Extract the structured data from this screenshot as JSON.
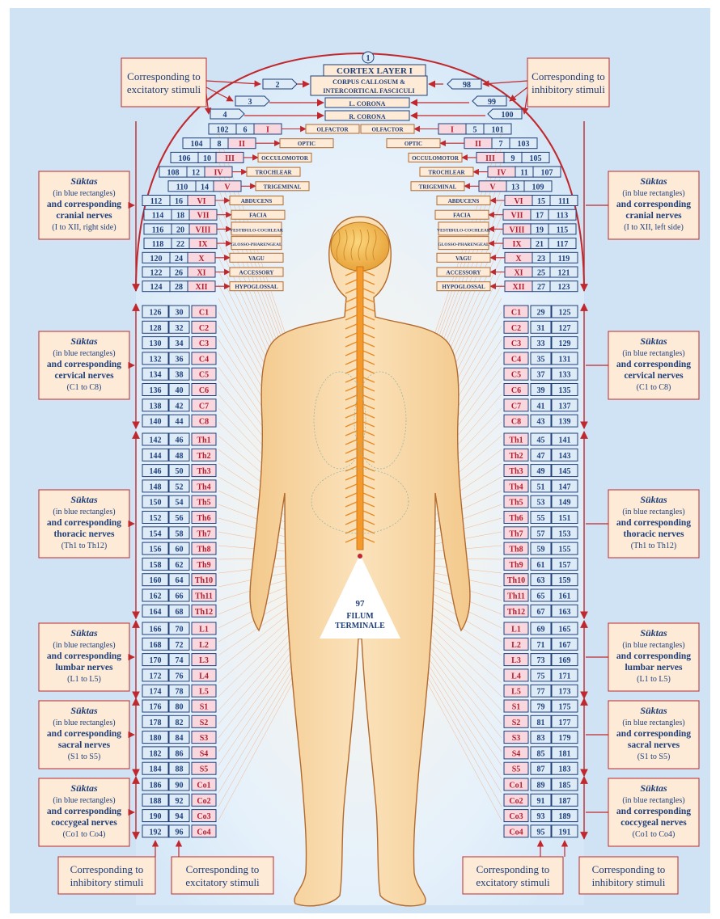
{
  "cortex": {
    "num": "1",
    "title": "CORTEX LAYER I"
  },
  "corpus": {
    "line1": "CORPUS CALLOSUM &",
    "line2": "INTERCORTICAL FASCICULI"
  },
  "corona": {
    "left_label": "L. CORONA",
    "right_label": "R. CORONA",
    "left_num": "3",
    "right_num": "99",
    "r_left_num": "4",
    "r_right_num": "100"
  },
  "corpus_nums": {
    "left": "2",
    "right": "98"
  },
  "callouts": {
    "top_left": "Corresponding to excitatory stimuli",
    "top_right": "Corresponding to inhibitory stimuli",
    "bottom_left_outer": "Corresponding to inhibitory stimuli",
    "bottom_left_inner": "Corresponding to excitatory stimuli",
    "bottom_right_inner": "Corresponding to excitatory stimuli",
    "bottom_right_outer": "Corresponding to inhibitory stimuli"
  },
  "side_box_common": {
    "suktas": "Süktas",
    "in_blue": "(in blue rectangles)",
    "and_corr": "and corresponding"
  },
  "side_boxes": [
    {
      "nerve": "cranial nerves",
      "range_left": "(I to XII, right side)",
      "range_right": "(I to XII, left side)"
    },
    {
      "nerve": "cervical nerves",
      "range_left": "(C1 to C8)",
      "range_right": "(C1 to C8)"
    },
    {
      "nerve": "thoracic nerves",
      "range_left": "(Th1 to Th12)",
      "range_right": "(Th1 to Th12)"
    },
    {
      "nerve": "lumbar nerves",
      "range_left": "(L1 to L5)",
      "range_right": "(L1 to L5)"
    },
    {
      "nerve": "sacral nerves",
      "range_left": "(S1 to S5)",
      "range_right": "(S1 to S5)"
    },
    {
      "nerve": "coccygeal nerves",
      "range_left": "(Co1 to Co4)",
      "range_right": "(Co1 to Co4)"
    }
  ],
  "cranial": [
    {
      "roman": "I",
      "name": "OLFACTOR",
      "lo": "102",
      "li": "6",
      "ri": "5",
      "ro": "101"
    },
    {
      "roman": "II",
      "name": "OPTIC",
      "lo": "104",
      "li": "8",
      "ri": "7",
      "ro": "103"
    },
    {
      "roman": "III",
      "name": "OCCULOMOTOR",
      "lo": "106",
      "li": "10",
      "ri": "9",
      "ro": "105"
    },
    {
      "roman": "IV",
      "name": "TROCHLEAR",
      "lo": "108",
      "li": "12",
      "ri": "11",
      "ro": "107"
    },
    {
      "roman": "V",
      "name": "TRIGEMINAL",
      "lo": "110",
      "li": "14",
      "ri": "13",
      "ro": "109"
    },
    {
      "roman": "VI",
      "name": "ABDUCENS",
      "lo": "112",
      "li": "16",
      "ri": "15",
      "ro": "111"
    },
    {
      "roman": "VII",
      "name": "FACIA",
      "lo": "114",
      "li": "18",
      "ri": "17",
      "ro": "113"
    },
    {
      "roman": "VIII",
      "name": "VESTIBULO-COCHLEAR",
      "lo": "116",
      "li": "20",
      "ri": "19",
      "ro": "115"
    },
    {
      "roman": "IX",
      "name": "GLOSSO-PHARENGEAL",
      "lo": "118",
      "li": "22",
      "ri": "21",
      "ro": "117"
    },
    {
      "roman": "X",
      "name": "VAGU",
      "lo": "120",
      "li": "24",
      "ri": "23",
      "ro": "119"
    },
    {
      "roman": "XI",
      "name": "ACCESSORY",
      "lo": "122",
      "li": "26",
      "ri": "25",
      "ro": "121"
    },
    {
      "roman": "XII",
      "name": "HYPOGLOSSAL",
      "lo": "124",
      "li": "28",
      "ri": "27",
      "ro": "123"
    }
  ],
  "spinal_groups": [
    {
      "rows": [
        {
          "label": "C1",
          "lo": "126",
          "li": "30",
          "ri": "29",
          "ro": "125"
        },
        {
          "label": "C2",
          "lo": "128",
          "li": "32",
          "ri": "31",
          "ro": "127"
        },
        {
          "label": "C3",
          "lo": "130",
          "li": "34",
          "ri": "33",
          "ro": "129"
        },
        {
          "label": "C4",
          "lo": "132",
          "li": "36",
          "ri": "35",
          "ro": "131"
        },
        {
          "label": "C5",
          "lo": "134",
          "li": "38",
          "ri": "37",
          "ro": "133"
        },
        {
          "label": "C6",
          "lo": "136",
          "li": "40",
          "ri": "39",
          "ro": "135"
        },
        {
          "label": "C7",
          "lo": "138",
          "li": "42",
          "ri": "41",
          "ro": "137"
        },
        {
          "label": "C8",
          "lo": "140",
          "li": "44",
          "ri": "43",
          "ro": "139"
        }
      ]
    },
    {
      "rows": [
        {
          "label": "Th1",
          "lo": "142",
          "li": "46",
          "ri": "45",
          "ro": "141"
        },
        {
          "label": "Th2",
          "lo": "144",
          "li": "48",
          "ri": "47",
          "ro": "143"
        },
        {
          "label": "Th3",
          "lo": "146",
          "li": "50",
          "ri": "49",
          "ro": "145"
        },
        {
          "label": "Th4",
          "lo": "148",
          "li": "52",
          "ri": "51",
          "ro": "147"
        },
        {
          "label": "Th5",
          "lo": "150",
          "li": "54",
          "ri": "53",
          "ro": "149"
        },
        {
          "label": "Th6",
          "lo": "152",
          "li": "56",
          "ri": "55",
          "ro": "151"
        },
        {
          "label": "Th7",
          "lo": "154",
          "li": "58",
          "ri": "57",
          "ro": "153"
        },
        {
          "label": "Th8",
          "lo": "156",
          "li": "60",
          "ri": "59",
          "ro": "155"
        },
        {
          "label": "Th9",
          "lo": "158",
          "li": "62",
          "ri": "61",
          "ro": "157"
        },
        {
          "label": "Th10",
          "lo": "160",
          "li": "64",
          "ri": "63",
          "ro": "159"
        },
        {
          "label": "Th11",
          "lo": "162",
          "li": "66",
          "ri": "65",
          "ro": "161"
        },
        {
          "label": "Th12",
          "lo": "164",
          "li": "68",
          "ri": "67",
          "ro": "163"
        }
      ]
    },
    {
      "rows": [
        {
          "label": "L1",
          "lo": "166",
          "li": "70",
          "ri": "69",
          "ro": "165"
        },
        {
          "label": "L2",
          "lo": "168",
          "li": "72",
          "ri": "71",
          "ro": "167"
        },
        {
          "label": "L3",
          "lo": "170",
          "li": "74",
          "ri": "73",
          "ro": "169"
        },
        {
          "label": "L4",
          "lo": "172",
          "li": "76",
          "ri": "75",
          "ro": "171"
        },
        {
          "label": "L5",
          "lo": "174",
          "li": "78",
          "ri": "77",
          "ro": "173"
        }
      ]
    },
    {
      "rows": [
        {
          "label": "S1",
          "lo": "176",
          "li": "80",
          "ri": "79",
          "ro": "175"
        },
        {
          "label": "S2",
          "lo": "178",
          "li": "82",
          "ri": "81",
          "ro": "177"
        },
        {
          "label": "S3",
          "lo": "180",
          "li": "84",
          "ri": "83",
          "ro": "179"
        },
        {
          "label": "S4",
          "lo": "182",
          "li": "86",
          "ri": "85",
          "ro": "181"
        },
        {
          "label": "S5",
          "lo": "184",
          "li": "88",
          "ri": "87",
          "ro": "183"
        }
      ]
    },
    {
      "rows": [
        {
          "label": "Co1",
          "lo": "186",
          "li": "90",
          "ri": "89",
          "ro": "185"
        },
        {
          "label": "Co2",
          "lo": "188",
          "li": "92",
          "ri": "91",
          "ro": "187"
        },
        {
          "label": "Co3",
          "lo": "190",
          "li": "94",
          "ri": "93",
          "ro": "189"
        },
        {
          "label": "Co4",
          "lo": "192",
          "li": "96",
          "ri": "95",
          "ro": "191"
        }
      ]
    }
  ],
  "filum": {
    "num": "97",
    "line1": "FILUM",
    "line2": "TERMINALE"
  },
  "colors": {
    "arrow": "#c0282d",
    "blue_fill": "#dcebf6",
    "blue_stroke": "#1f3f7a",
    "pink_fill": "#f8d8de",
    "callout_fill": "#fdebd8",
    "body": "#f8d5a0",
    "brain": "#f2b84c"
  }
}
